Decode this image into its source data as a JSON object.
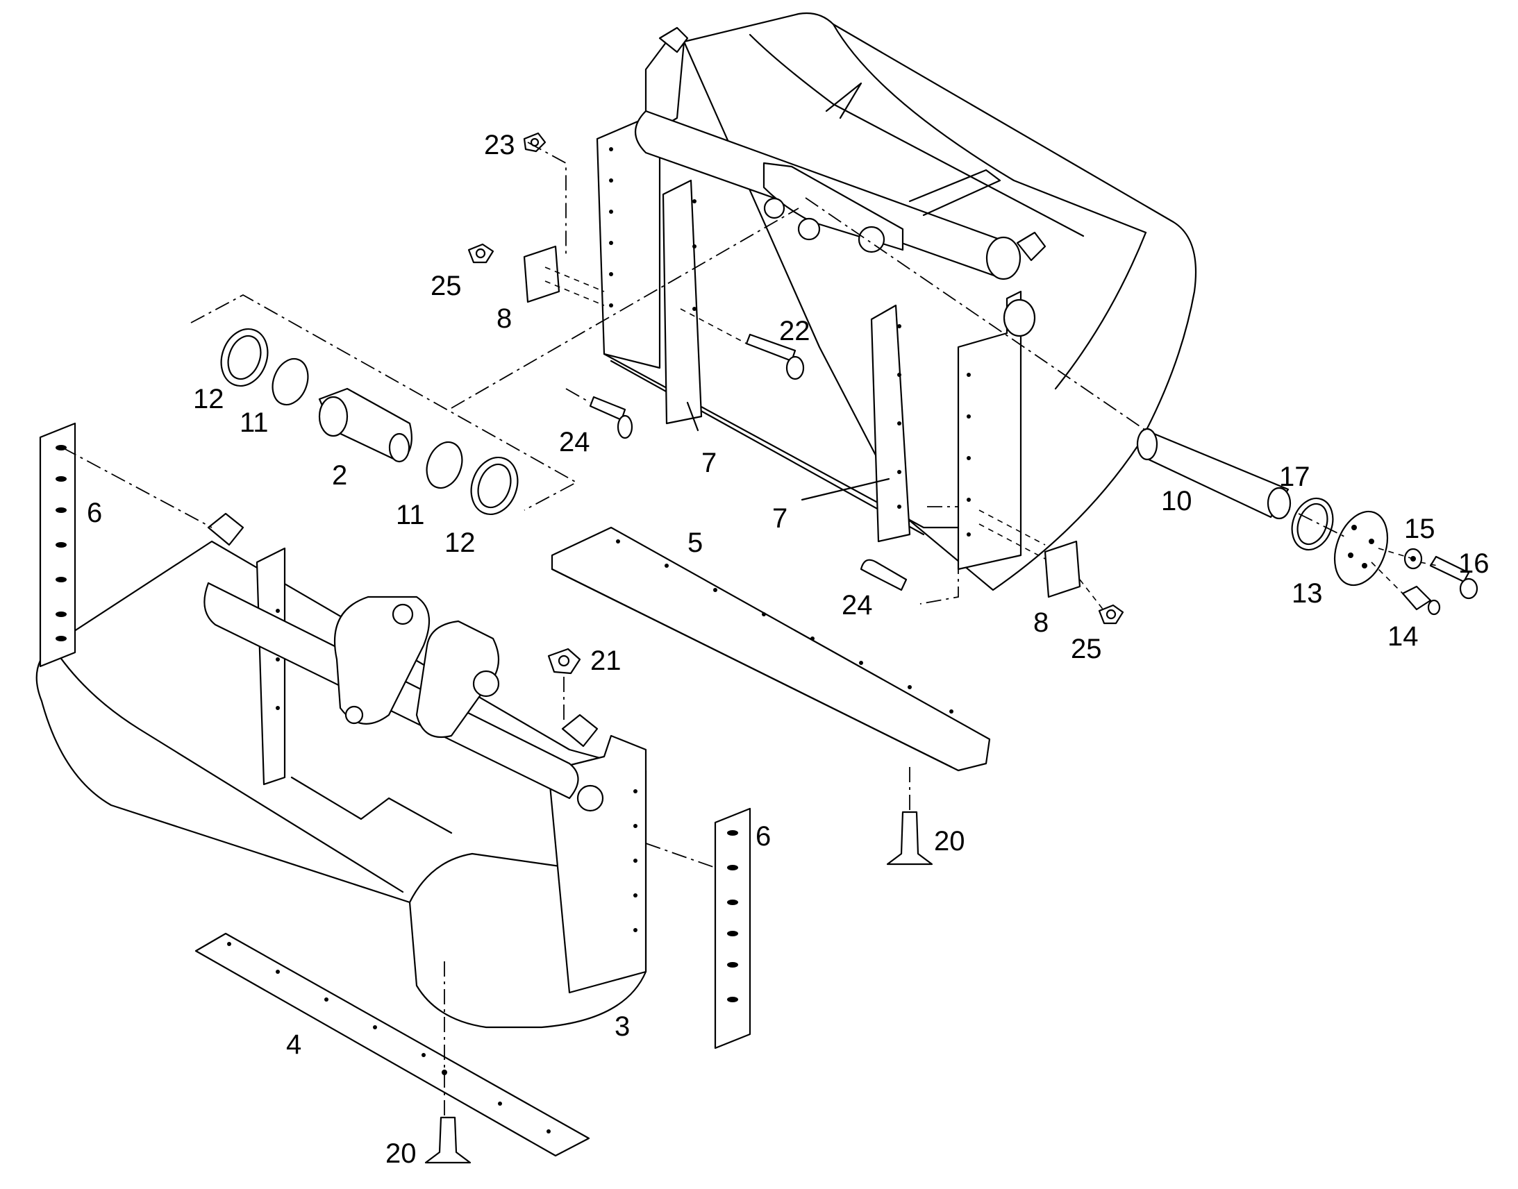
{
  "diagram": {
    "background": "#ffffff",
    "line_color": "#000000",
    "labels": {
      "l2": "2",
      "l3": "3",
      "l4": "4",
      "l5": "5",
      "l6a": "6",
      "l6b": "6",
      "l7a": "7",
      "l7b": "7",
      "l8a": "8",
      "l8b": "8",
      "l10": "10",
      "l11a": "11",
      "l11b": "11",
      "l12a": "12",
      "l12b": "12",
      "l13": "13",
      "l14": "14",
      "l15": "15",
      "l16": "16",
      "l17": "17",
      "l20a": "20",
      "l20b": "20",
      "l21": "21",
      "l22": "22",
      "l23": "23",
      "l24a": "24",
      "l24b": "24",
      "l25a": "25",
      "l25b": "25"
    }
  }
}
